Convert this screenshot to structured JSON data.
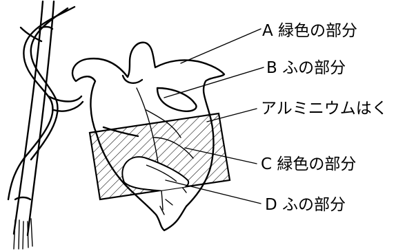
{
  "labels": {
    "a": "A 緑色の部分",
    "b": "B ふの部分",
    "foil": "アルミニウムはく",
    "c": "C 緑色の部分",
    "d": "D ふの部分"
  },
  "colors": {
    "ink": "#000000",
    "background": "#ffffff"
  }
}
